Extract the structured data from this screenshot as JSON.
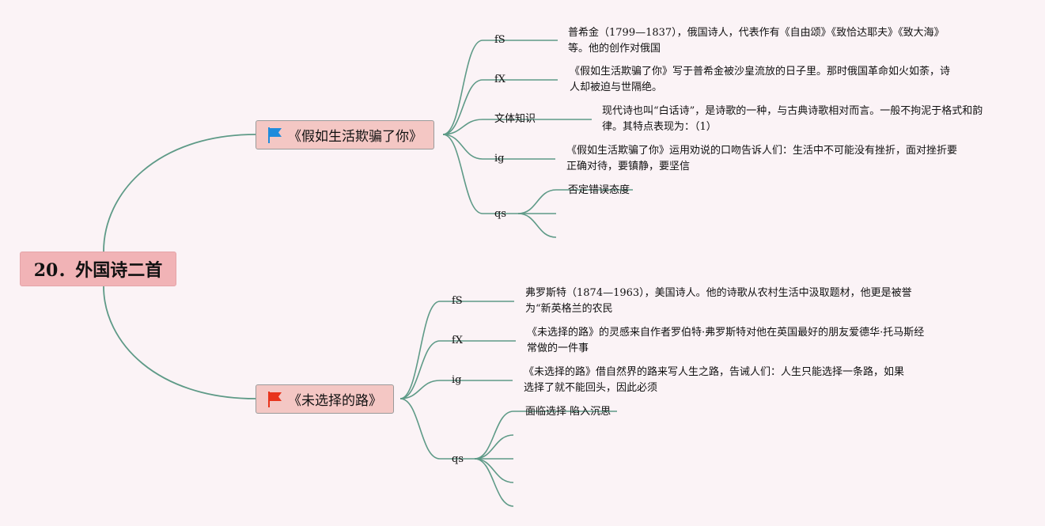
{
  "colors": {
    "line": "#5e9a87",
    "root_bg": "#f1b3b6",
    "main_bg": "#f4c7c4",
    "flag_blue": "#1f8bdc",
    "flag_red": "#e8341c"
  },
  "root": {
    "label": "20．外国诗二首"
  },
  "poem1": {
    "icon": "blue-flag-icon",
    "title": "《假如生活欺骗了你》",
    "branches": [
      {
        "label": "fS",
        "text": "普希金（1799—1837），俄国诗人，代表作有《自由颂》《致恰达耶夫》《致大海》等。他的创作对俄国"
      },
      {
        "label": "fX",
        "text": "《假如生活欺骗了你》写于普希金被沙皇流放的日子里。那时俄国革命如火如荼，诗人却被迫与世隔绝。"
      },
      {
        "label": "文体知识",
        "text": "现代诗也叫“白话诗”，是诗歌的一种，与古典诗歌相对而言。一般不拘泥于格式和韵律。其特点表现为：（1）"
      },
      {
        "label": "ig",
        "text": "《假如生活欺骗了你》运用劝说的口吻告诉人们：生活中不可能没有挫折，面对挫折要正确对待，要镇静，要坚信"
      },
      {
        "label": "qs",
        "children": [
          "否定错误态度",
          "",
          ""
        ]
      }
    ]
  },
  "poem2": {
    "icon": "red-flag-icon",
    "title": "《未选择的路》",
    "branches": [
      {
        "label": "fS",
        "text": "弗罗斯特（1874—1963），美国诗人。他的诗歌从农村生活中汲取题材，他更是被誉为“新英格兰的农民"
      },
      {
        "label": "fX",
        "text": "《未选择的路》的灵感来自作者罗伯特·弗罗斯特对他在英国最好的朋友爱德华·托马斯经常做的一件事"
      },
      {
        "label": "ig",
        "text": "《未选择的路》借自然界的路来写人生之路，告诫人们：人生只能选择一条路，如果选择了就不能回头，因此必须"
      },
      {
        "label": "qs",
        "children": [
          "面临选择 陷入沉思",
          "",
          "",
          "",
          ""
        ]
      }
    ]
  }
}
